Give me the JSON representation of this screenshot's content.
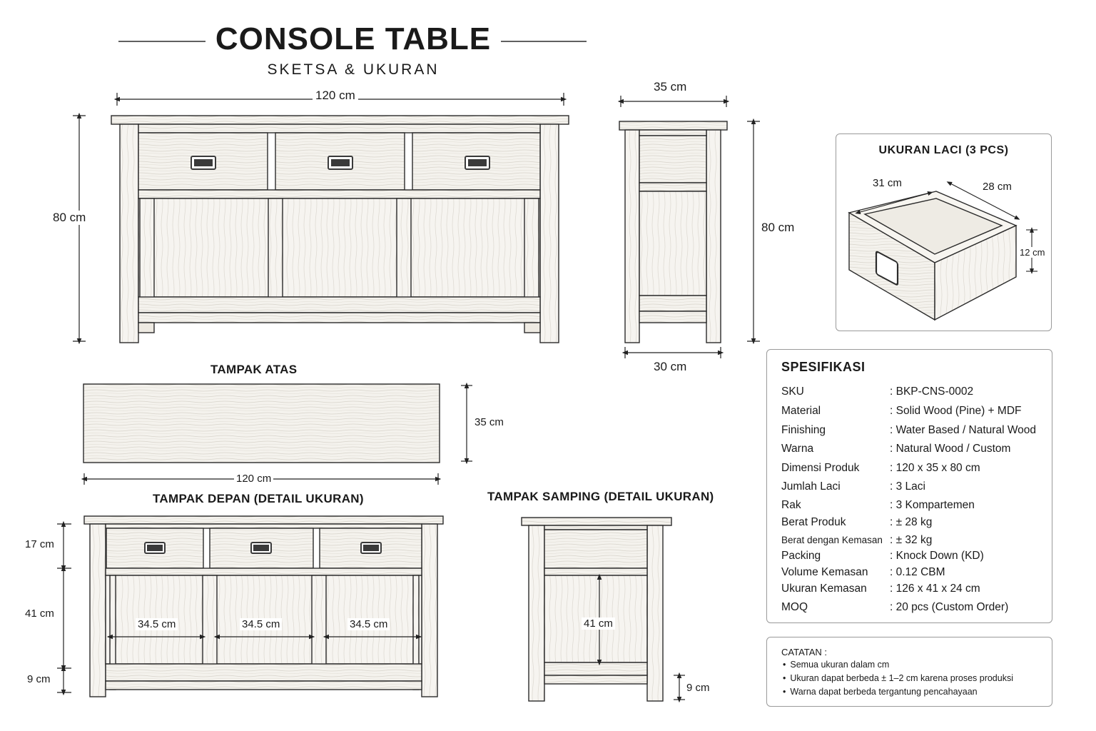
{
  "header": {
    "title": "CONSOLE TABLE",
    "subtitle": "SKETSA & UKURAN"
  },
  "front_view": {
    "width_label": "120 cm",
    "height_label": "80 cm",
    "drawer_count": 3
  },
  "side_view": {
    "depth_top_label": "35 cm",
    "depth_bottom_label": "30 cm",
    "height_label": "80 cm"
  },
  "drawer_detail": {
    "title": "UKURAN LACI (3 PCS)",
    "width_label": "31 cm",
    "depth_label": "28 cm",
    "height_label": "12 cm"
  },
  "top_view": {
    "title": "TAMPAK ATAS",
    "width_label": "120 cm",
    "depth_label": "35 cm"
  },
  "front_detail": {
    "title": "TAMPAK DEPAN (DETAIL UKURAN)",
    "drawer_height_label": "17 cm",
    "shelf_height_label": "41 cm",
    "base_height_label": "9 cm",
    "compartment_widths": [
      "34.5 cm",
      "34.5 cm",
      "34.5 cm"
    ]
  },
  "side_detail": {
    "title": "TAMPAK SAMPING (DETAIL UKURAN)",
    "shelf_height_label": "41 cm",
    "base_height_label": "9 cm"
  },
  "specs": {
    "title": "SPESIFIKASI",
    "rows": [
      {
        "label": "SKU",
        "value": ": BKP-CNS-0002"
      },
      {
        "label": "Material",
        "value": ": Solid Wood (Pine) + MDF"
      },
      {
        "label": "Finishing",
        "value": ": Water Based / Natural Wood"
      },
      {
        "label": "Warna",
        "value": ": Natural Wood / Custom"
      },
      {
        "label": "Dimensi Produk",
        "value": ": 120 x 35 x 80 cm"
      },
      {
        "label": "Jumlah Laci",
        "value": ": 3 Laci"
      },
      {
        "label": "Rak",
        "value": ": 3 Kompartemen"
      },
      {
        "label": "Berat Produk",
        "value": ": ± 28 kg"
      },
      {
        "label": "Berat dengan Kemasan",
        "value": ": ± 32 kg"
      },
      {
        "label": "Packing",
        "value": ": Knock Down (KD)"
      },
      {
        "label": "Volume Kemasan",
        "value": ": 0.12 CBM"
      },
      {
        "label": "Ukuran Kemasan",
        "value": ": 126 x 41 x 24 cm"
      },
      {
        "label": "MOQ",
        "value": ": 20 pcs (Custom Order)"
      }
    ]
  },
  "notes": {
    "title": "CATATAN :",
    "items": [
      "Semua ukuran dalam cm",
      "Ukuran dapat berbeda ± 1–2 cm karena proses produksi",
      "Warna dapat berbeda tergantung pencahayaan"
    ]
  },
  "colors": {
    "line": "#2b2b2b",
    "wood": "#f3f1ec",
    "handle": "#3a3a3a"
  }
}
